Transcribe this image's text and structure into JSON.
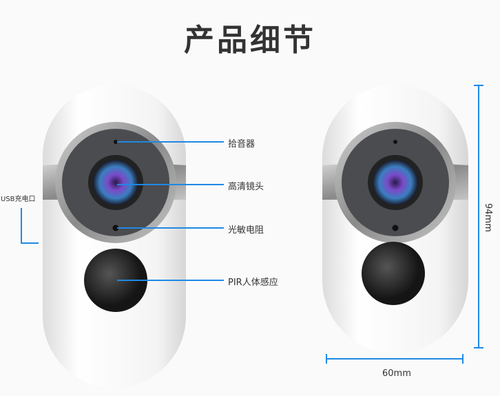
{
  "title": "产品细节",
  "callouts": {
    "mic": "拾音器",
    "lens": "高清镜头",
    "photoresistor": "光敏电阻",
    "pir": "PIR人体感应",
    "usb": "USB充电口"
  },
  "dimensions": {
    "height": "94mm",
    "width": "60mm"
  },
  "colors": {
    "accent": "#1e88e5"
  }
}
